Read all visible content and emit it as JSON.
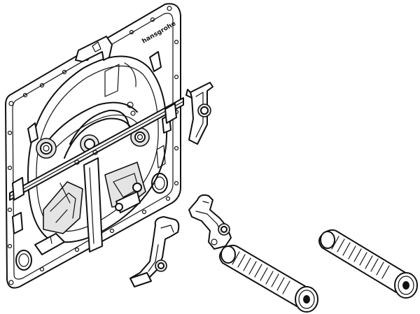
{
  "brand_mark": "hansgrohe",
  "colors": {
    "line": "#111111",
    "background": "#ffffff",
    "shade": "#e4e4e4"
  },
  "parts": [
    {
      "id": "base-plate",
      "icon": "mounting-plate"
    },
    {
      "id": "bracket-small",
      "icon": "mounting-bracket"
    },
    {
      "id": "bracket-left",
      "icon": "mounting-bracket"
    },
    {
      "id": "bracket-center",
      "icon": "mounting-bracket"
    },
    {
      "id": "anchor-left",
      "icon": "wall-plug"
    },
    {
      "id": "anchor-right",
      "icon": "wall-plug"
    }
  ]
}
